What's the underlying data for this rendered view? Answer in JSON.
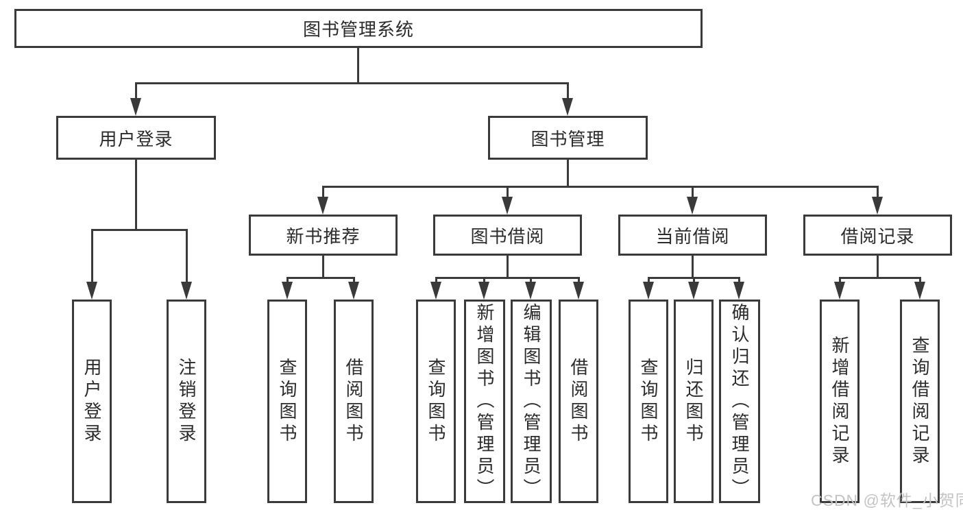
{
  "diagram": {
    "watermark": "CSDN @软件_小贺同学",
    "colors": {
      "line": "#3a3a3a",
      "background": "#ffffff",
      "text": "#2b2b2b",
      "watermark": "#c3c3c3"
    },
    "root": {
      "label": "图书管理系统"
    },
    "level2": [
      {
        "label": "用户登录"
      },
      {
        "label": "图书管理"
      }
    ],
    "level3": [
      {
        "label": "新书推荐",
        "parent": "图书管理"
      },
      {
        "label": "图书借阅",
        "parent": "图书管理"
      },
      {
        "label": "当前借阅",
        "parent": "图书管理"
      },
      {
        "label": "借阅记录",
        "parent": "图书管理"
      }
    ],
    "leaves": {
      "user_login": [
        "用户登录",
        "注销登录"
      ],
      "new_book": [
        "查询图书",
        "借阅图书"
      ],
      "book_borrow": [
        "查询图书",
        "新增图书（管理员）",
        "编辑图书（管理员）",
        "借阅图书"
      ],
      "current_borrow": [
        "查询图书",
        "归还图书",
        "确认归还（管理员）"
      ],
      "borrow_record": [
        "新增借阅记录",
        "查询借阅记录"
      ]
    }
  }
}
